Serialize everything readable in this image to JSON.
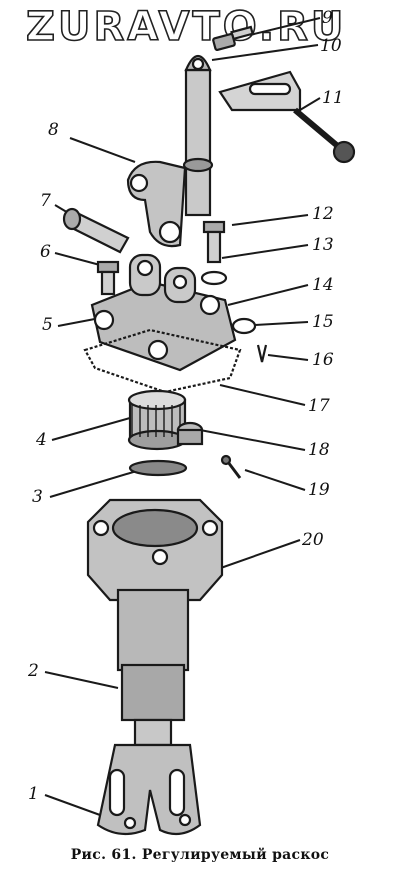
{
  "watermark": "ZURAVTO.RU",
  "caption": "Рис. 61. Регулируемый раскос",
  "callouts": {
    "c1": "1",
    "c2": "2",
    "c3": "3",
    "c4": "4",
    "c5": "5",
    "c6": "6",
    "c7": "7",
    "c8": "8",
    "c9": "9",
    "c10": "10",
    "c11": "11",
    "c12": "12",
    "c13": "13",
    "c14": "14",
    "c15": "15",
    "c16": "16",
    "c17": "17",
    "c18": "18",
    "c19": "19",
    "c20": "20"
  }
}
